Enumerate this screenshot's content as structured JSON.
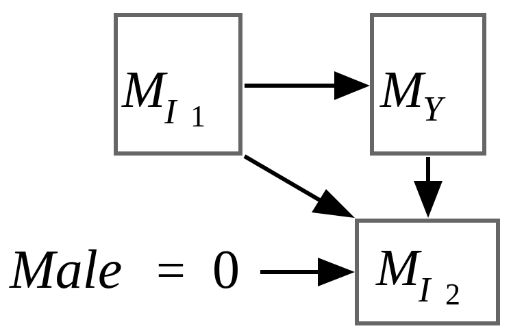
{
  "nodes": {
    "mi1": {
      "main": "M",
      "sub": "I",
      "subsub": "1"
    },
    "my": {
      "main": "M",
      "sub": "Y"
    },
    "mi2": {
      "main": "M",
      "sub": "I",
      "subsub": "2"
    }
  },
  "label": {
    "var": "Male",
    "eq": "=",
    "val": "0"
  },
  "edges": [
    {
      "from": "mi1",
      "to": "my"
    },
    {
      "from": "mi1",
      "to": "mi2"
    },
    {
      "from": "my",
      "to": "mi2"
    },
    {
      "from": "male-label",
      "to": "mi2"
    }
  ],
  "colors": {
    "box_border": "#666666",
    "arrow": "#000000"
  }
}
